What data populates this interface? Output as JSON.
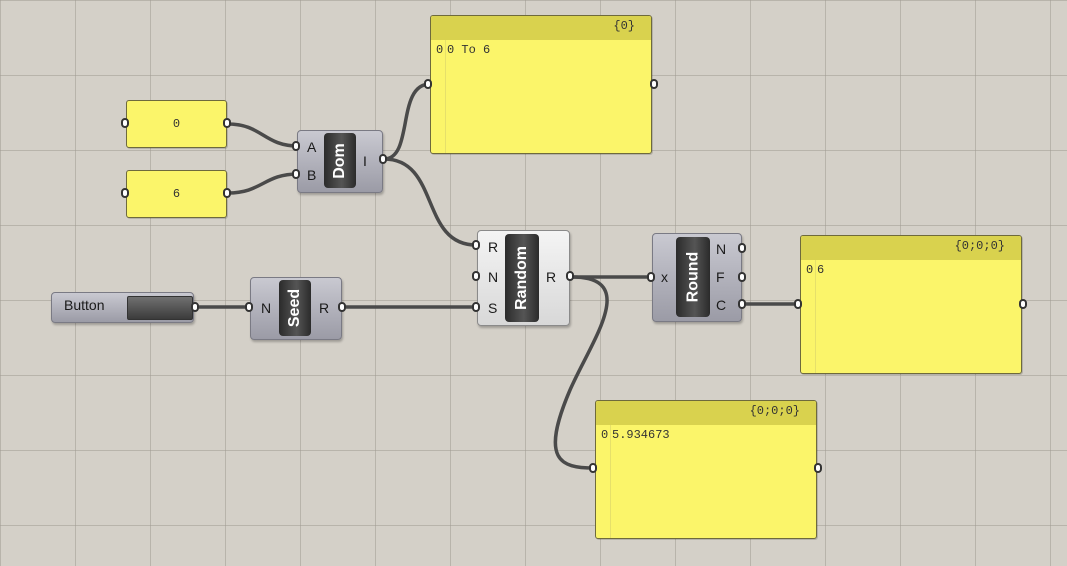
{
  "number_slider_a": {
    "value": "0"
  },
  "number_slider_b": {
    "value": "6"
  },
  "domain_component": {
    "nickname": "Dom",
    "inputs": [
      "A",
      "B"
    ],
    "output": "I"
  },
  "domain_panel": {
    "path": "{0}",
    "index": "0",
    "value": "0 To 6"
  },
  "button_component": {
    "label": "Button"
  },
  "seed_component": {
    "nickname": "Seed",
    "input": "N",
    "output": "R"
  },
  "random_component": {
    "nickname": "Random",
    "inputs": [
      "R",
      "N",
      "S"
    ],
    "output": "R"
  },
  "round_component": {
    "nickname": "Round",
    "input": "x",
    "outputs": [
      "N",
      "F",
      "C"
    ]
  },
  "round_panel": {
    "path": "{0;0;0}",
    "index": "0",
    "value": "6"
  },
  "random_panel": {
    "path": "{0;0;0}",
    "index": "0",
    "value": "5.934673"
  }
}
